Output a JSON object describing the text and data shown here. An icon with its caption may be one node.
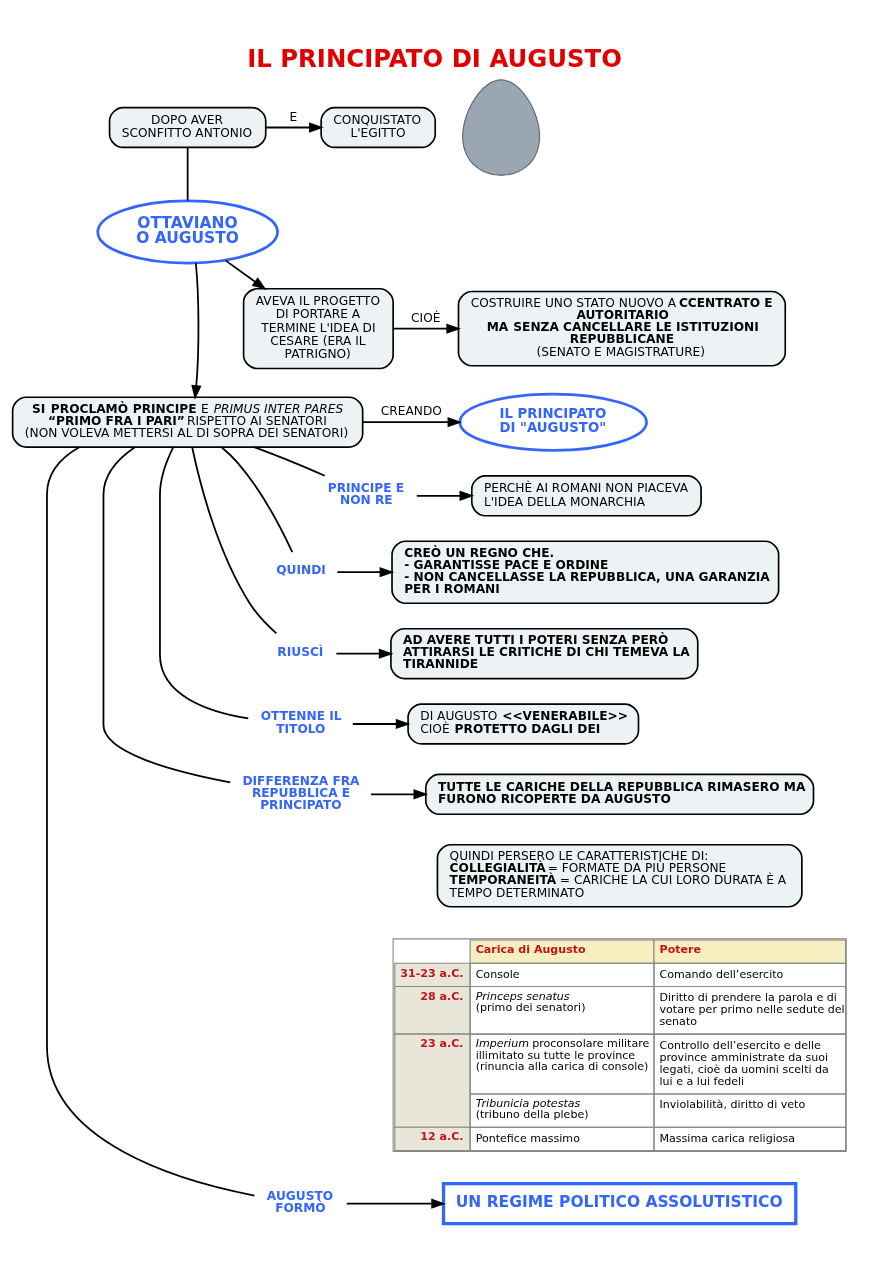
{
  "diagram": {
    "title": "IL PRINCIPATO DI AUGUSTO",
    "nodes": [
      {
        "text": [
          "DOPO AVER SCONFITTO ANTONIO"
        ]
      },
      {
        "text": [
          "CONQUISTATO L'EGITTO"
        ]
      },
      {
        "text": [],
        "shape": "picture"
      },
      {
        "text": [
          "OTTAVIANO O AUGUSTO"
        ]
      },
      {
        "text": [
          "AVEVA IL PROGETTO DI PORTARE A TERMINE L'IDEA DI CESARE (ERA IL PATRIGNO)"
        ]
      },
      {
        "text": [
          "COSTRUIRE UNO STATO NUOVO A**CCENTRATO E AUTORITARIO**",
          "**MA** **SENZA CANCELLARE LE ISTITUZIONI REPUBBLICANE**",
          "(SENATO E MAGISTRATURE)"
        ]
      },
      {
        "text": [
          "**SI** **PROCLAMÒ** **PRINCIPE** E *PRIMUS INTER PARES*",
          "**“PRIMO FRA I PARI”** RISPETTO AI SENATORI",
          "(NON VOLEVA METTERSI AL DI SOPRA DEI SENATORI)"
        ]
      },
      {
        "text": [
          "IL PRINCIPATO DI \"AUGUSTO\""
        ]
      },
      {
        "text": [
          "PRINCIPE E NON RE"
        ]
      },
      {
        "text": [
          "PERCHÈ AI ROMANI NON PIACEVA L'IDEA DELLA MONARCHIA"
        ]
      },
      {
        "text": [
          "QUINDI"
        ]
      },
      {
        "text": [
          "CREÒ UN REGNO CHE.",
          "- GARANTISSE PACE E ORDINE",
          "- NON CANCELLASSE LA REPUBBLICA, UNA GARANZIA PER I ROMANI"
        ]
      },
      {
        "text": [
          "RIUSCÌ"
        ]
      },
      {
        "text": [
          "AD AVERE TUTTI I POTERI SENZA PERÒ ATTIRARSI LE CRITICHE DI CHI TEMEVA LA TIRANNIDE"
        ]
      },
      {
        "text": [
          "OTTENNE IL TITOLO"
        ]
      },
      {
        "text": [
          "DI AUGUSTO **<<VENERABILE>>**",
          "CIOÈ **PROTETTO DAGLI DEI**"
        ]
      },
      {
        "text": [
          "DIFFERENZA FRA REPUBBLICA E PRINCIPATO"
        ]
      },
      {
        "text": [
          "TUTTE LE CARICHE DELLA REPUBBLICA RIMASERO MA FURONO RICOPERTE DA AUGUSTO"
        ]
      },
      {
        "text": [
          "QUINDI PERSERO LE CARATTERISTICHE DI:",
          "**COLLEGIALITÀ** = FORMATE DA PIÙ PERSONE",
          "**TEMPORANEITÀ** = CARICHE LA CUI LORO DURATA È A TEMPO DETERMINATO"
        ]
      },
      {
        "text": [
          "AUGUSTO FORMÒ"
        ]
      },
      {
        "text": [
          "UN REGIME POLITICO ASSOLUTISTICO"
        ]
      }
    ],
    "edges": [
      {
        "from": 0,
        "to": 1,
        "arrow": "to",
        "label": "E"
      },
      {
        "from": 0,
        "to": 3,
        "arrow": "none"
      },
      {
        "from": 3,
        "to": 4,
        "arrow": "to"
      },
      {
        "from": 4,
        "to": 5,
        "arrow": "to",
        "label": "CIOÈ"
      },
      {
        "from": 3,
        "to": 6,
        "arrow": "to"
      },
      {
        "from": 6,
        "to": 7,
        "arrow": "to",
        "label": "CREANDO"
      },
      {
        "from": 6,
        "to": 8,
        "arrow": "none"
      },
      {
        "from": 8,
        "to": 9,
        "arrow": "to"
      },
      {
        "from": 6,
        "to": 10,
        "arrow": "none"
      },
      {
        "from": 10,
        "to": 11,
        "arrow": "to"
      },
      {
        "from": 6,
        "to": 12,
        "arrow": "none"
      },
      {
        "from": 12,
        "to": 13,
        "arrow": "to"
      },
      {
        "from": 6,
        "to": 14,
        "arrow": "none"
      },
      {
        "from": 14,
        "to": 15,
        "arrow": "to"
      },
      {
        "from": 6,
        "to": 16,
        "arrow": "none"
      },
      {
        "from": 16,
        "to": 17,
        "arrow": "to"
      },
      {
        "from": 6,
        "to": 19,
        "arrow": "none"
      },
      {
        "from": 19,
        "to": 20,
        "arrow": "to"
      }
    ],
    "labels": [
      "Carica di Augusto",
      "Potere",
      "31-23 a.C.",
      "Console",
      "Comando dell’esercito",
      "28 a.C.",
      "*Princeps senatus* (primo dei senatori)",
      "Diritto di prendere la parola e di votare per primo nelle sedute del senato",
      "23 a.C.",
      "*Imperium* proconsolare militare illimitato su tutte le province (rinuncia alla carica di console)",
      "Controllo dell’esercito e delle province amministrate da suoi legati, cioè da uomini scelti da lui e a lui fedeli",
      "*Tribunicia potestas* (tribuno della plebe)",
      "Inviolabilità, diritto di veto",
      "12 a.C.",
      "Pontefice massimo",
      "Massima carica religiosa"
    ]
  }
}
